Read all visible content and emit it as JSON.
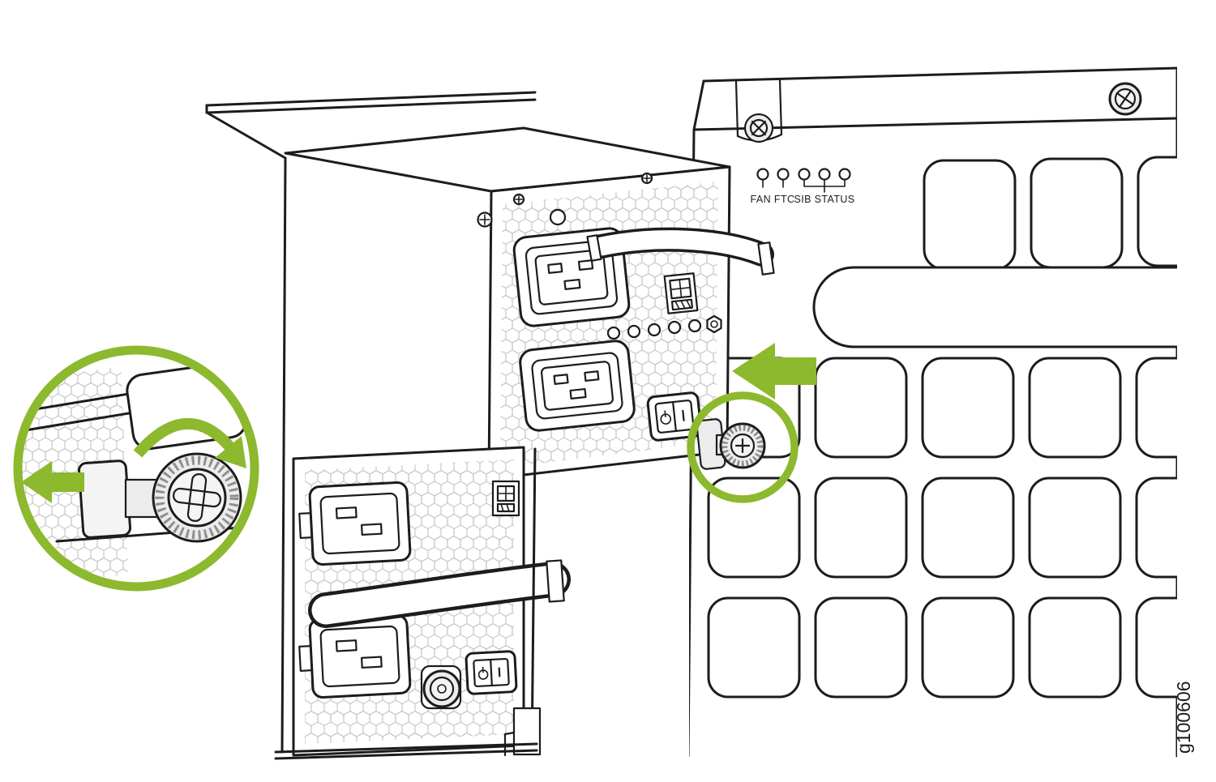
{
  "diagram": {
    "caption": "g100606",
    "panel_labels": {
      "fan_ftc": "FAN FTC",
      "sib_status": "SIB STATUS"
    },
    "icons": {
      "power_standby_symbol": "⏻",
      "power_on_symbol": "I",
      "rotation_arrow": "clockwise-rotation-arrow",
      "insert_arrow": "insert-direction-left-arrow",
      "thumbscrew": "knurled-thumbscrew",
      "screw": "phillips-screw"
    },
    "colors": {
      "accent_green": "#8CB92D",
      "line_color": "#1C1C1C",
      "vent_pattern": "#C9C9C9"
    }
  }
}
